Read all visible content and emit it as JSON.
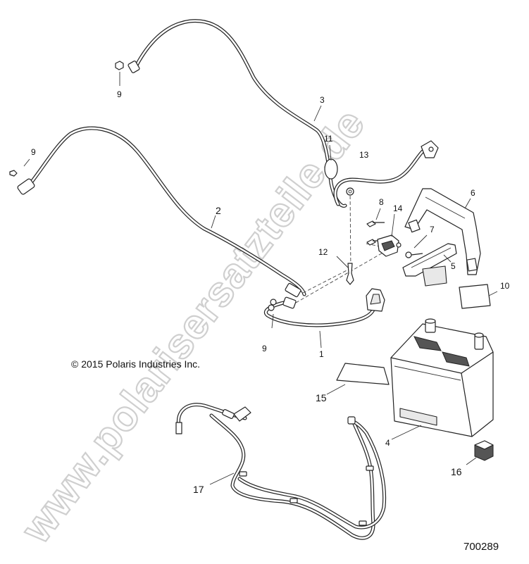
{
  "watermark": "www.polarisersatzteile.de",
  "copyright": "© 2015 Polaris Industries Inc.",
  "diagram_code": "700289",
  "callouts": {
    "c1": "1",
    "c2": "2",
    "c3": "3",
    "c4": "4",
    "c5": "5",
    "c6": "6",
    "c7": "7",
    "c8": "8",
    "c9a": "9",
    "c9b": "9",
    "c9c": "9",
    "c10": "10",
    "c11": "11",
    "c12": "12",
    "c13": "13",
    "c14": "14",
    "c15": "15",
    "c16": "16",
    "c17": "17"
  }
}
